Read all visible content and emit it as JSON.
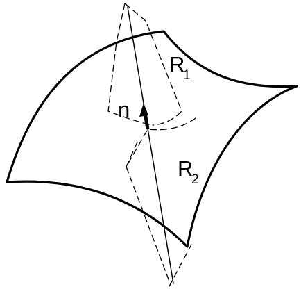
{
  "labels": {
    "normal": "n",
    "radius_1_main": "R",
    "radius_1_sub": "1",
    "radius_2_main": "R",
    "radius_2_sub": "2"
  }
}
